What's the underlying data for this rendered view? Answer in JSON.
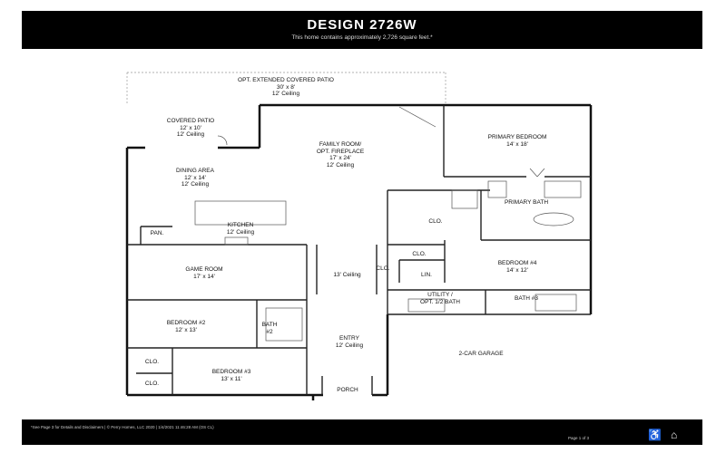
{
  "header": {
    "title": "DESIGN 2726W",
    "subtitle": "This home contains approximately 2,726 square feet.*"
  },
  "rooms": {
    "ext_patio": {
      "name": "OPT. EXTENDED COVERED PATIO",
      "dims": "30' x 8'",
      "ceiling": "12' Ceiling"
    },
    "covered_patio": {
      "name": "COVERED PATIO",
      "dims": "12' x 10'",
      "ceiling": "12' Ceiling"
    },
    "family_room": {
      "name": "FAMILY ROOM/",
      "name2": "OPT. FIREPLACE",
      "dims": "17' x 24'",
      "ceiling": "12' Ceiling"
    },
    "primary_bedroom": {
      "name": "PRIMARY BEDROOM",
      "dims": "14' x 18'"
    },
    "dining": {
      "name": "DINING AREA",
      "dims": "12' x 14'",
      "ceiling": "12' Ceiling"
    },
    "primary_bath": {
      "name": "PRIMARY BATH"
    },
    "clo_primary": {
      "name": "CLO."
    },
    "kitchen": {
      "name": "KITCHEN",
      "ceiling": "12' Ceiling"
    },
    "pan": {
      "name": "PAN."
    },
    "clo_hall": {
      "name": "CLO."
    },
    "game_room": {
      "name": "GAME ROOM",
      "dims": "17' x 14'"
    },
    "hall_ceiling": {
      "ceiling": "13' Ceiling"
    },
    "clo_mid": {
      "name": "CLO."
    },
    "lin": {
      "name": "LIN."
    },
    "bedroom4": {
      "name": "BEDROOM #4",
      "dims": "14' x 12'"
    },
    "utility": {
      "name": "UTILITY /",
      "name2": "OPT. 1/2 BATH"
    },
    "bath3": {
      "name": "BATH #3"
    },
    "bedroom2": {
      "name": "BEDROOM #2",
      "dims": "12' x 13'"
    },
    "bath2": {
      "name": "BATH",
      "name2": "#2"
    },
    "entry": {
      "name": "ENTRY",
      "ceiling": "12' Ceiling"
    },
    "garage": {
      "name": "2-CAR GARAGE"
    },
    "clo_b2": {
      "name": "CLO."
    },
    "clo_b3": {
      "name": "CLO."
    },
    "bedroom3": {
      "name": "BEDROOM #3",
      "dims": "13' x 11'"
    },
    "porch": {
      "name": "PORCH"
    }
  },
  "footer": {
    "disclaimer": "*See Page 3 for Details and Disclaimers  |  © Perry Homes, LLC 2020  |  1/4/2021 11:46:28 AM  (OS CL)",
    "page": "Page 1 of 3"
  },
  "icons": [
    "accessibility-icon",
    "equal-housing-icon"
  ]
}
